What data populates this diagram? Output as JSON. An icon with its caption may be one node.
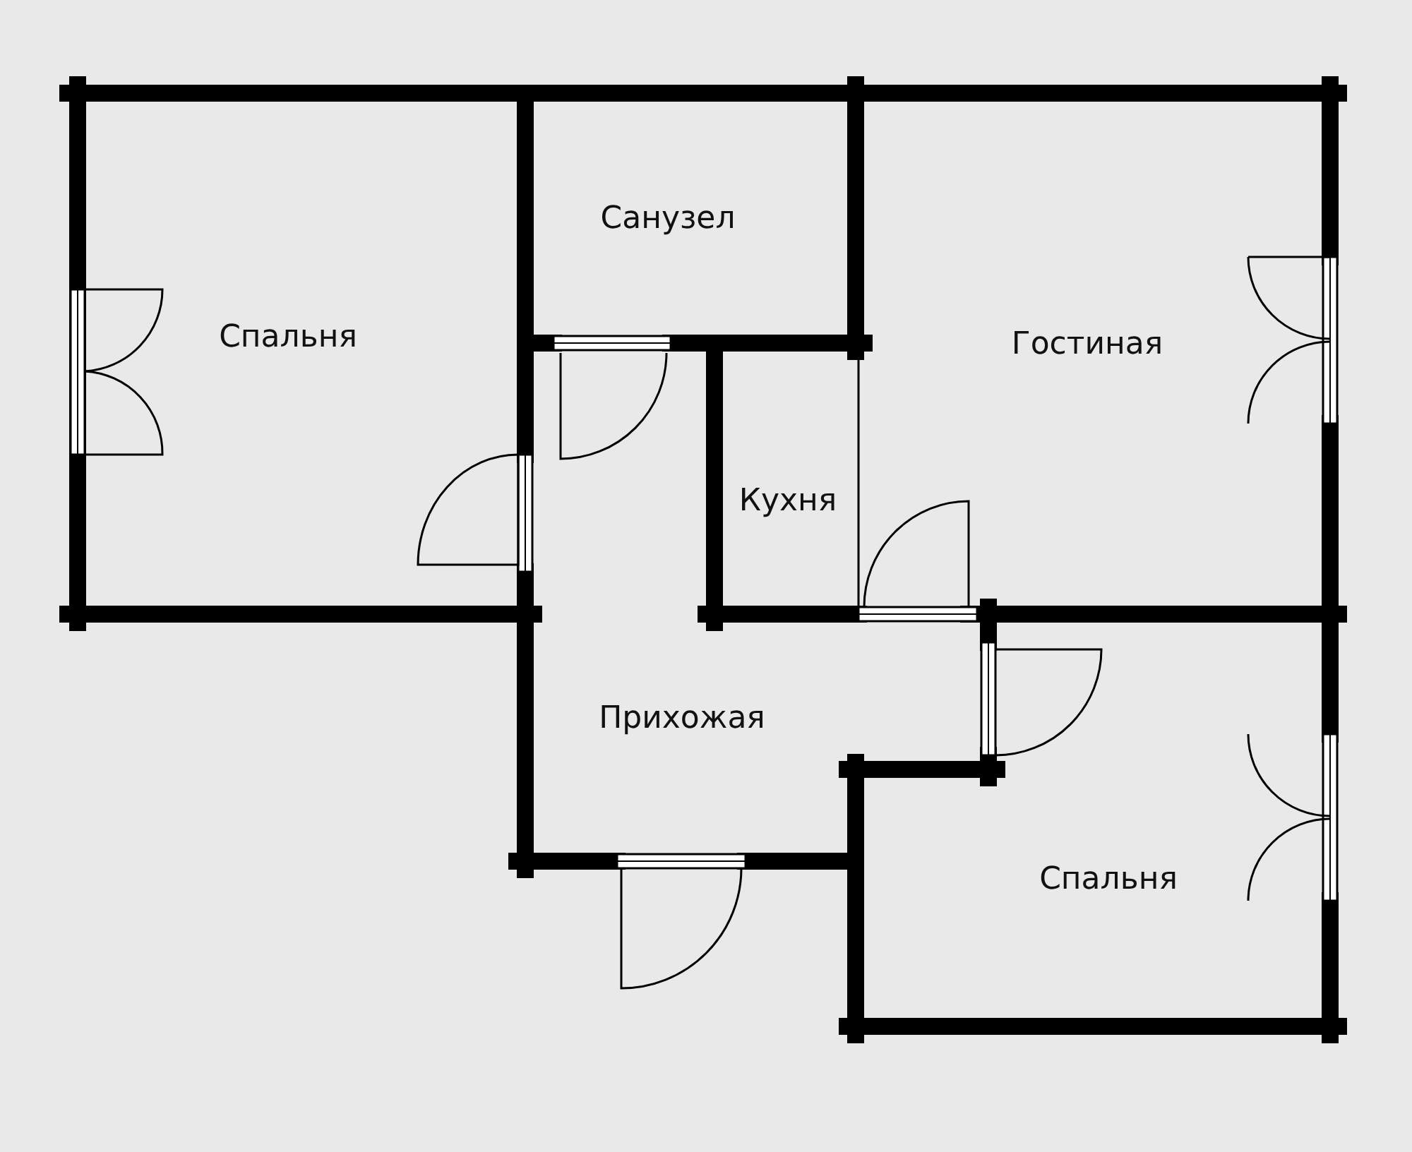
{
  "diagram": {
    "labels": [
      "Санузел",
      "Спальня",
      "Гостиная",
      "Кухня",
      "Прихожая",
      "Спальня"
    ]
  }
}
